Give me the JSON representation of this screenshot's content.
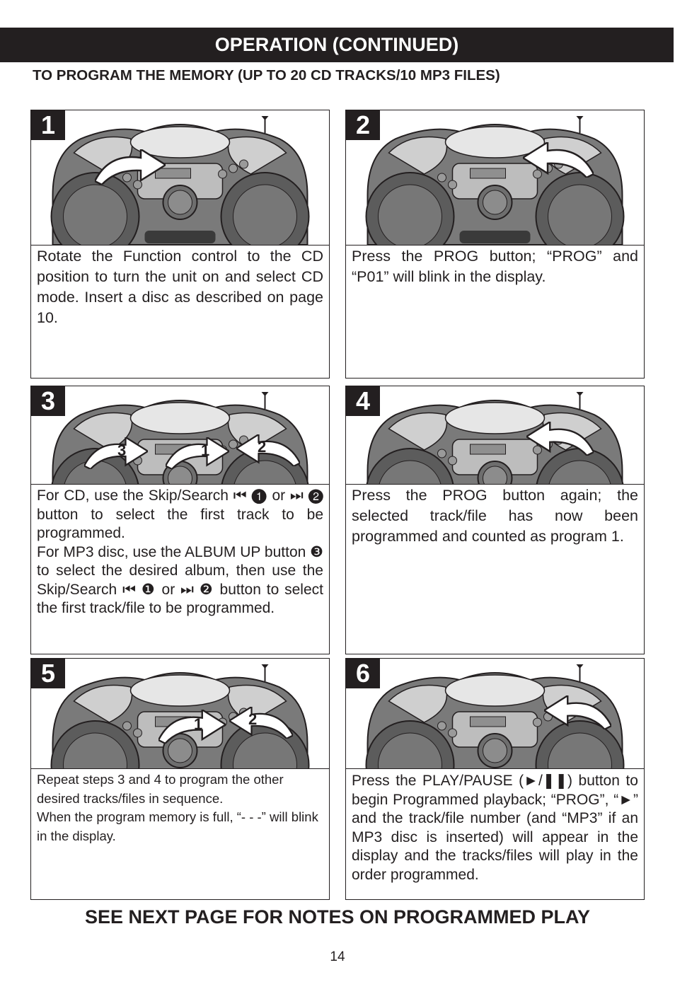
{
  "header": {
    "title": "OPERATION (CONTINUED)"
  },
  "subtitle": "TO PROGRAM THE MEMORY (UP TO 20 CD TRACKS/10 MP3 FILES)",
  "steps": [
    {
      "number": "1",
      "text": "Rotate the Function control to the CD position to turn the unit on and select CD mode. Insert a disc as described on page 10."
    },
    {
      "number": "2",
      "text": "Press the PROG button; “PROG” and “P01” will blink in the display."
    },
    {
      "number": "3",
      "lines": [
        "For CD, use the Skip/Search ⏮ ❶ or ⏭ ❷ button to select the first track to be programmed.",
        "For MP3 disc, use the ALBUM UP button ❸ to select the desired album, then use the Skip/Search ⏮ ❶ or ⏭ ❷ button to select the first track/file to be programmed."
      ],
      "callouts": [
        "3",
        "1",
        "2"
      ]
    },
    {
      "number": "4",
      "text": "Press the PROG button again; the selected track/file has now been programmed and counted as program 1."
    },
    {
      "number": "5",
      "lines": [
        "Repeat steps 3 and 4 to program the other desired tracks/files in sequence.",
        "When the program memory is full, “- - -” will blink in the display."
      ],
      "callouts": [
        "1",
        "2"
      ]
    },
    {
      "number": "6",
      "text": "Press the PLAY/PAUSE (►/❚❚) button to begin Programmed playback; “PROG”, “►” and the track/file number (and “MP3” if an MP3 disc is inserted) will appear in the display and the tracks/files will play in the order programmed."
    }
  ],
  "footer": "SEE NEXT PAGE FOR NOTES ON PROGRAMMED PLAY",
  "page_number": "14"
}
